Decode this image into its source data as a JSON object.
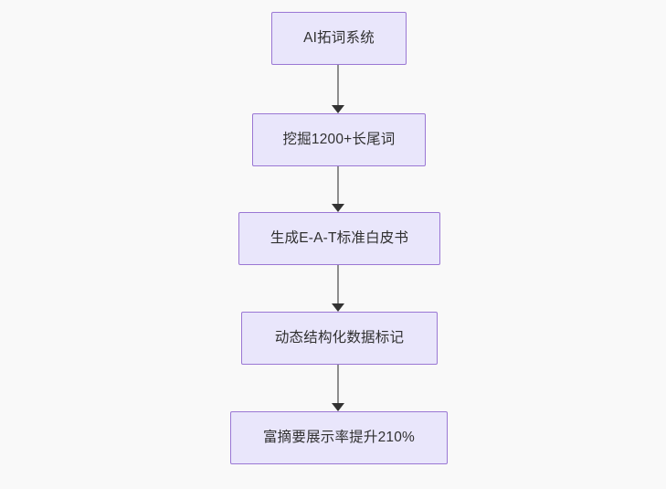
{
  "diagram": {
    "type": "flowchart",
    "direction": "top-to-bottom",
    "background_color": "#f9f9f9",
    "node_fill_color": "#e9e6fb",
    "node_border_color": "#9a77d4",
    "node_text_color": "#303030",
    "edge_color": "#8e8e8e",
    "arrowhead_color": "#333333",
    "nodes": [
      {
        "id": "n1",
        "label": "AI拓词系统"
      },
      {
        "id": "n2",
        "label": "挖掘1200+长尾词"
      },
      {
        "id": "n3",
        "label": "生成E-A-T标准白皮书"
      },
      {
        "id": "n4",
        "label": "动态结构化数据标记"
      },
      {
        "id": "n5",
        "label": "富摘要展示率提升210%"
      }
    ],
    "edges": [
      {
        "id": "e1",
        "from": "n1",
        "to": "n2",
        "label": ""
      },
      {
        "id": "e2",
        "from": "n2",
        "to": "n3",
        "label": ""
      },
      {
        "id": "e3",
        "from": "n3",
        "to": "n4",
        "label": ""
      },
      {
        "id": "e4",
        "from": "n4",
        "to": "n5",
        "label": ""
      }
    ]
  }
}
